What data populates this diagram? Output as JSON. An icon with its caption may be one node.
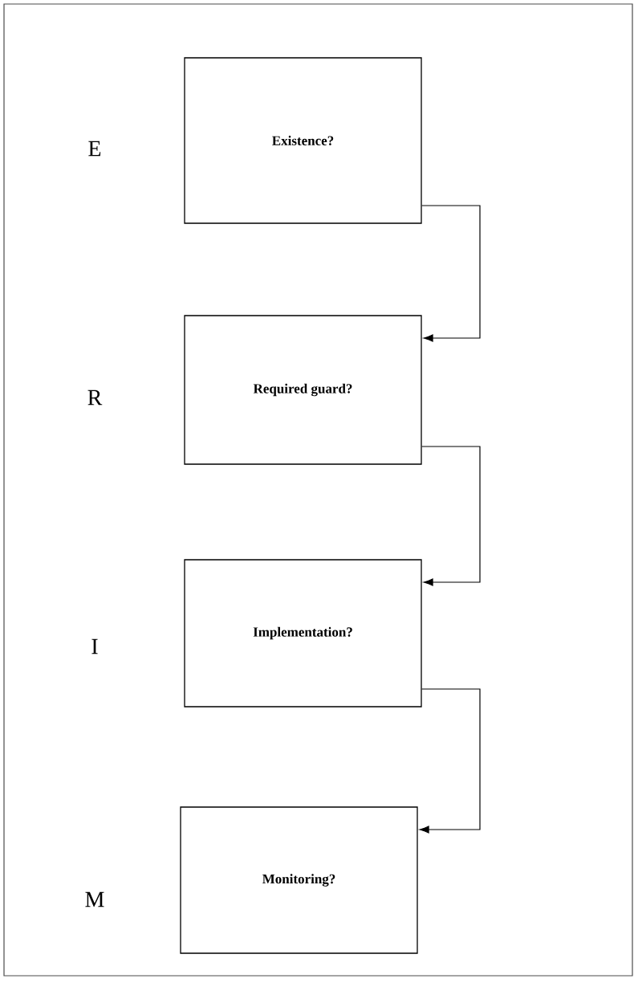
{
  "diagram": {
    "nodes": [
      {
        "text": [
          "Existence?"
        ]
      },
      {
        "text": [
          "Required guard?"
        ]
      },
      {
        "text": [
          "Implementation?"
        ]
      },
      {
        "text": [
          "Monitoring?"
        ]
      }
    ],
    "edges": [
      {
        "from": 0,
        "to": 1,
        "arrow": "to"
      },
      {
        "from": 1,
        "to": 2,
        "arrow": "to"
      },
      {
        "from": 2,
        "to": 3,
        "arrow": "to"
      }
    ],
    "labels": [
      "E",
      "R",
      "I",
      "M"
    ]
  }
}
